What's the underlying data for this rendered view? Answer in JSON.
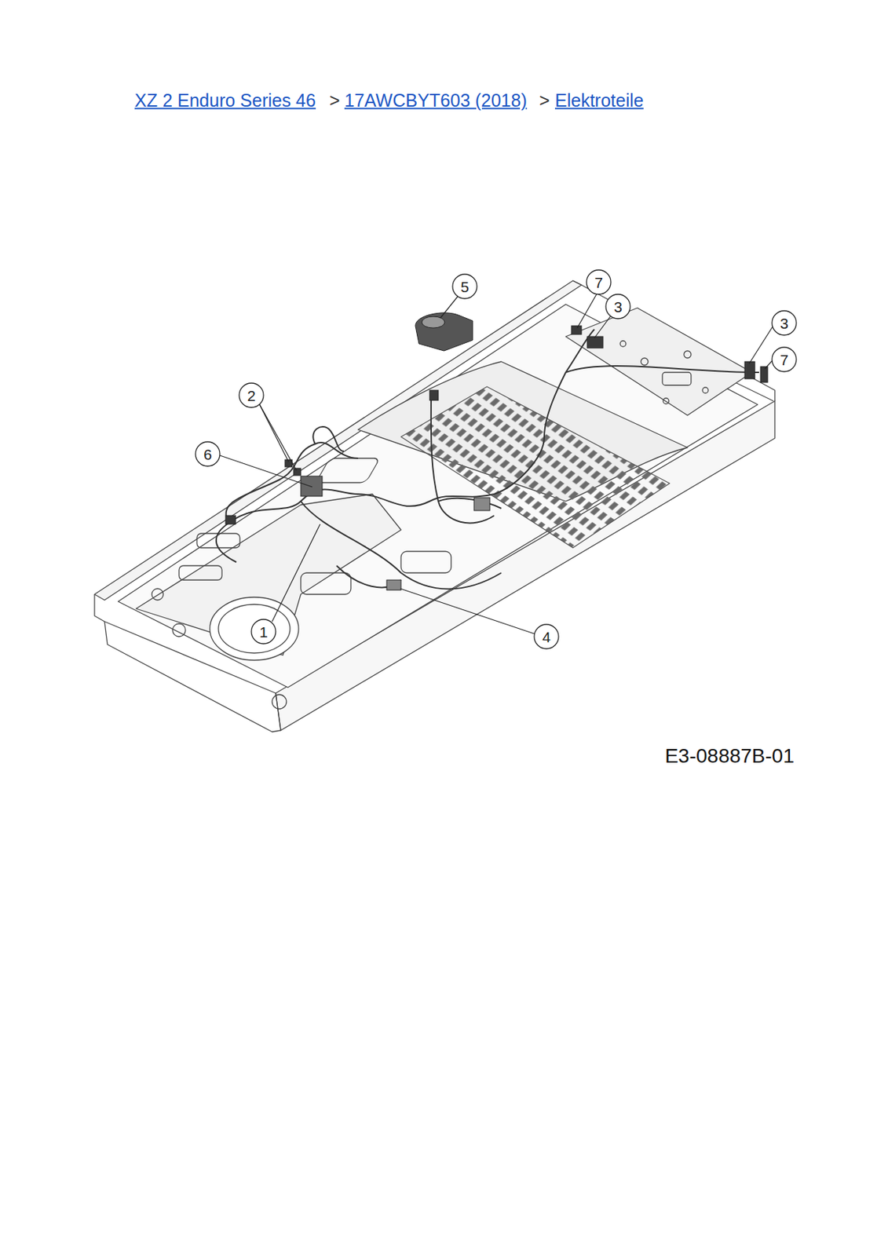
{
  "diagram": {
    "labels": [
      "XZ 2 Enduro Series 46",
      ">",
      "17AWCBYT603 (2018)",
      ">",
      "Elektroteile",
      "5",
      "7",
      "3",
      "3",
      "7",
      "2",
      "6",
      "1",
      "4",
      "E3-08887B-01"
    ]
  }
}
